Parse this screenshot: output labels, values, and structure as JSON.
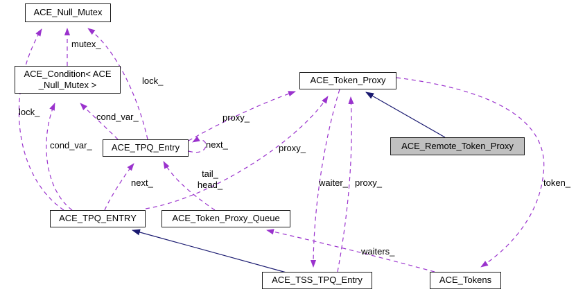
{
  "diagram": {
    "kind": "collaboration-graph",
    "colors": {
      "usage_edge": "#9a32cd",
      "inheritance_edge": "#191970",
      "node_border": "#1a1a1a",
      "node_fill": "#ffffff",
      "selected_node_fill": "#c0c0c0",
      "background": "#ffffff",
      "text": "#000000"
    },
    "nodes": [
      {
        "label": "ACE_Null_Mutex",
        "selected": false
      },
      {
        "label": "ACE_Condition< ACE\n_Null_Mutex >",
        "selected": false
      },
      {
        "label": "ACE_Token_Proxy",
        "selected": false
      },
      {
        "label": "ACE_Remote_Token_Proxy",
        "selected": true
      },
      {
        "label": "ACE_TPQ_Entry",
        "selected": false
      },
      {
        "label": "ACE_TPQ_ENTRY",
        "selected": false
      },
      {
        "label": "ACE_Token_Proxy_Queue",
        "selected": false
      },
      {
        "label": "ACE_TSS_TPQ_Entry",
        "selected": false
      },
      {
        "label": "ACE_Tokens",
        "selected": false
      }
    ],
    "edges": [
      {
        "from": "ACE_Condition< ACE_Null_Mutex >",
        "to": "ACE_Null_Mutex",
        "label": "mutex_",
        "type": "usage"
      },
      {
        "from": "ACE_TPQ_ENTRY",
        "to": "ACE_Null_Mutex",
        "label": "lock_",
        "type": "usage"
      },
      {
        "from": "ACE_TPQ_Entry",
        "to": "ACE_Null_Mutex",
        "label": "lock_",
        "type": "usage"
      },
      {
        "from": "ACE_TPQ_ENTRY",
        "to": "ACE_Condition< ACE_Null_Mutex >",
        "label": "cond_var_",
        "type": "usage"
      },
      {
        "from": "ACE_TPQ_Entry",
        "to": "ACE_Condition< ACE_Null_Mutex >",
        "label": "cond_var_",
        "type": "usage"
      },
      {
        "from": "ACE_TPQ_Entry",
        "to": "ACE_Token_Proxy",
        "label": "proxy_",
        "type": "usage"
      },
      {
        "from": "ACE_TPQ_Entry",
        "to": "ACE_TPQ_Entry",
        "label": "next_",
        "type": "usage"
      },
      {
        "from": "ACE_TPQ_ENTRY",
        "to": "ACE_TPQ_Entry",
        "label": "next_",
        "type": "usage"
      },
      {
        "from": "ACE_Token_Proxy_Queue",
        "to": "ACE_TPQ_Entry",
        "label": "tail_\nhead_",
        "type": "usage"
      },
      {
        "from": "ACE_TPQ_ENTRY",
        "to": "ACE_Token_Proxy",
        "label": "proxy_",
        "type": "usage"
      },
      {
        "from": "ACE_Token_Proxy",
        "to": "ACE_TSS_TPQ_Entry",
        "label": "waiter_",
        "type": "usage"
      },
      {
        "from": "ACE_TSS_TPQ_Entry",
        "to": "ACE_Token_Proxy",
        "label": "proxy_",
        "type": "usage"
      },
      {
        "from": "ACE_Token_Proxy",
        "to": "ACE_Tokens",
        "label": "token_",
        "type": "usage"
      },
      {
        "from": "ACE_Tokens",
        "to": "ACE_Token_Proxy_Queue",
        "label": "waiters_",
        "type": "usage"
      },
      {
        "from": "ACE_Remote_Token_Proxy",
        "to": "ACE_Token_Proxy",
        "label": "",
        "type": "inheritance"
      },
      {
        "from": "ACE_TSS_TPQ_Entry",
        "to": "ACE_TPQ_ENTRY",
        "label": "",
        "type": "inheritance"
      }
    ]
  }
}
